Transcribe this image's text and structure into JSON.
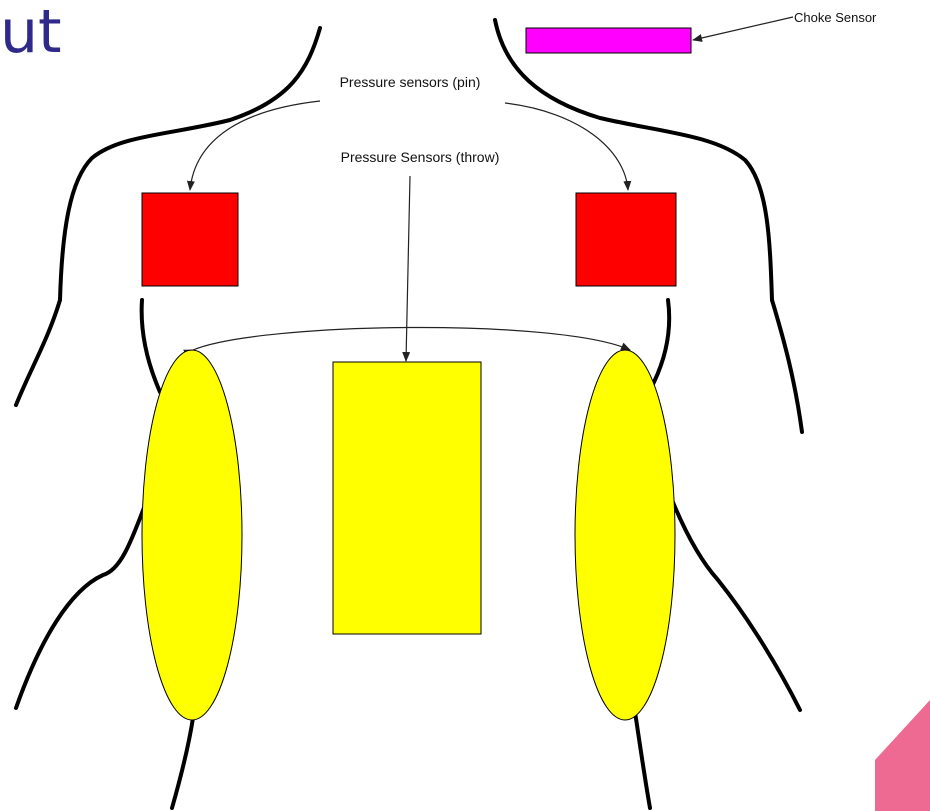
{
  "slide": {
    "title_fragment": "ut",
    "title_color": "#2f2a8a",
    "corner_accent_color": "#ef6a93"
  },
  "diagram": {
    "labels": {
      "choke": "Choke Sensor",
      "pin": "Pressure sensors (pin)",
      "throw": "Pressure Sensors (throw)"
    },
    "colors": {
      "choke_sensor": "#ff00ff",
      "pin_sensor": "#ff0000",
      "throw_sensor": "#ffff00",
      "outline": "#000000"
    }
  }
}
